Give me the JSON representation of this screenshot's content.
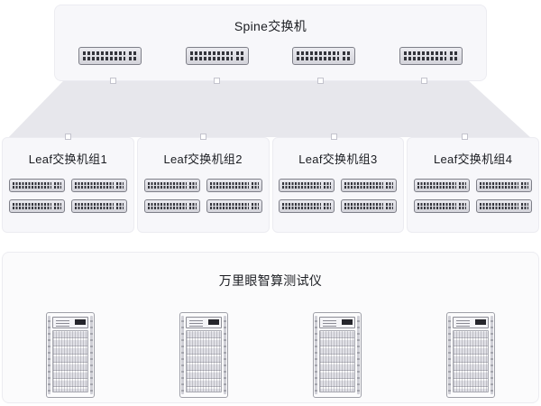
{
  "spine": {
    "title": "Spine交换机",
    "switch_count": 4
  },
  "leaf_groups": [
    {
      "title": "Leaf交换机组1",
      "switch_count": 4
    },
    {
      "title": "Leaf交换机组2",
      "switch_count": 4
    },
    {
      "title": "Leaf交换机组3",
      "switch_count": 4
    },
    {
      "title": "Leaf交换机组4",
      "switch_count": 4
    }
  ],
  "tester": {
    "title": "万里眼智算测试仪",
    "device_count": 4
  },
  "icons": {
    "spine_switch": "rack-switch-icon",
    "leaf_switch": "rack-switch-icon",
    "tester_device": "chassis-rack-icon",
    "link_node": "connection-port-square"
  },
  "colors": {
    "panel_bg": "#f7f7fa",
    "panel_border": "#ececf1",
    "fabric_fill": "#e7e7ec",
    "device_port_dark": "#33343b",
    "text": "#1b1d22"
  }
}
